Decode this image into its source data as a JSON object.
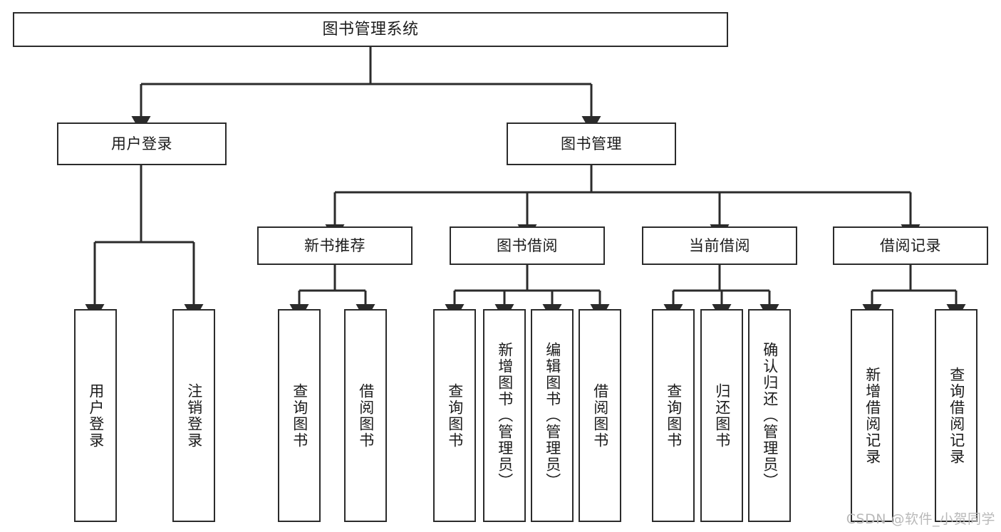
{
  "diagram": {
    "title": "图书管理系统",
    "type": "tree-structure-chart",
    "line_color": "#2b2b2b",
    "box_fill": "#ffffff",
    "text_color": "#1b1b1b",
    "watermark": "CSDN @软件_小贺同学"
  },
  "nodes": {
    "root": {
      "label": "图书管理系统"
    },
    "level2": [
      {
        "id": "user-login",
        "label": "用户登录"
      },
      {
        "id": "book-manage",
        "label": "图书管理"
      }
    ],
    "level3": [
      {
        "id": "new-book-recommend",
        "label": "新书推荐"
      },
      {
        "id": "book-borrow",
        "label": "图书借阅"
      },
      {
        "id": "current-borrow",
        "label": "当前借阅"
      },
      {
        "id": "borrow-record",
        "label": "借阅记录"
      }
    ],
    "leaves": [
      {
        "id": "leaf-user-login",
        "label": "用户登录",
        "parent": "user-login"
      },
      {
        "id": "leaf-user-logout",
        "label": "注销登录",
        "parent": "user-login"
      },
      {
        "id": "leaf-query-book-1",
        "label": "查询图书",
        "parent": "new-book-recommend"
      },
      {
        "id": "leaf-borrow-book-1",
        "label": "借阅图书",
        "parent": "new-book-recommend"
      },
      {
        "id": "leaf-query-book-2",
        "label": "查询图书",
        "parent": "book-borrow"
      },
      {
        "id": "leaf-add-book",
        "label": "新增图书（管理员）",
        "parent": "book-borrow"
      },
      {
        "id": "leaf-edit-book",
        "label": "编辑图书（管理员）",
        "parent": "book-borrow"
      },
      {
        "id": "leaf-borrow-book-2",
        "label": "借阅图书",
        "parent": "book-borrow"
      },
      {
        "id": "leaf-query-book-3",
        "label": "查询图书",
        "parent": "current-borrow"
      },
      {
        "id": "leaf-return-book",
        "label": "归还图书",
        "parent": "current-borrow"
      },
      {
        "id": "leaf-confirm-return",
        "label": "确认归还（管理员）",
        "parent": "current-borrow"
      },
      {
        "id": "leaf-add-record",
        "label": "新增借阅记录",
        "parent": "borrow-record"
      },
      {
        "id": "leaf-query-record",
        "label": "查询借阅记录",
        "parent": "borrow-record"
      }
    ]
  }
}
